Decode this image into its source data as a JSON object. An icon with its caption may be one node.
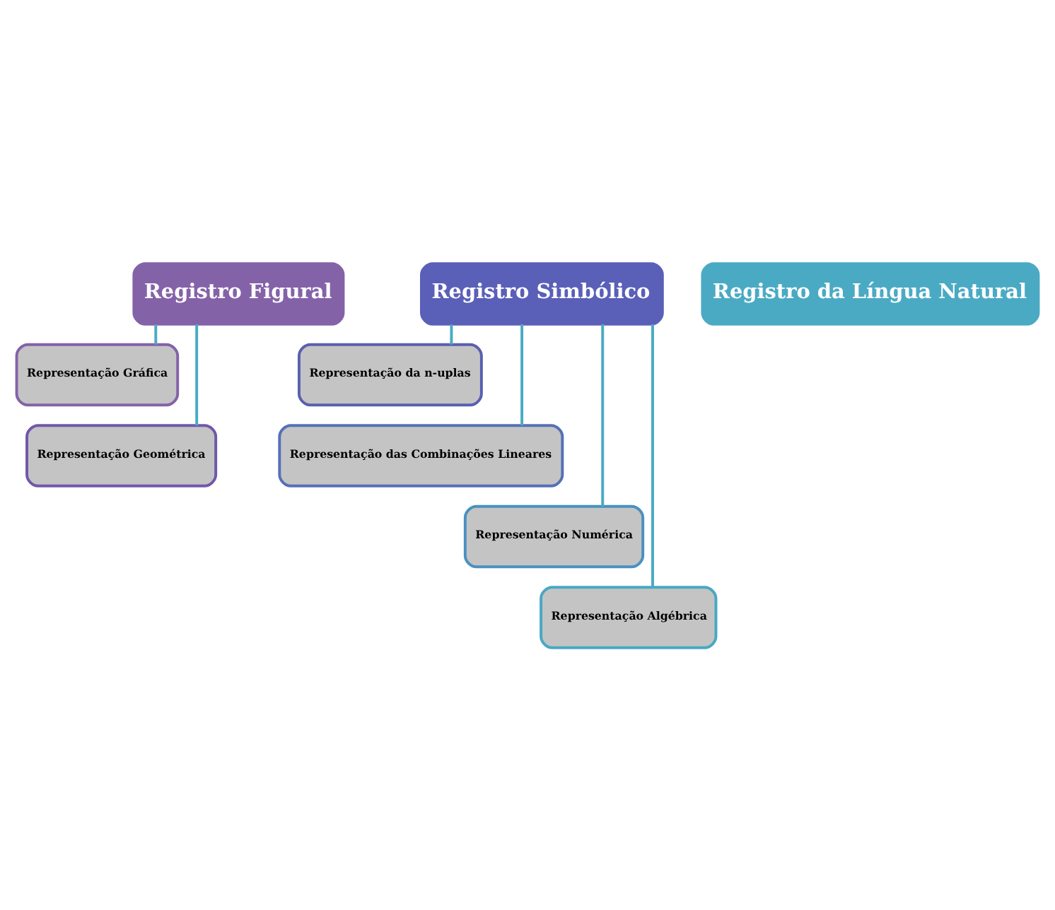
{
  "diagram": {
    "nodes": [
      {
        "text": [
          "Registro Figural"
        ]
      },
      {
        "text": [
          "Representação Gráfica"
        ]
      },
      {
        "text": [
          "Representação Geométrica"
        ]
      },
      {
        "text": [
          "Registro Simbólico"
        ]
      },
      {
        "text": [
          "Representação da n-uplas"
        ]
      },
      {
        "text": [
          "Representação das Combinações Lineares"
        ]
      },
      {
        "text": [
          "Representação Numérica"
        ]
      },
      {
        "text": [
          "Representação Algébrica"
        ]
      },
      {
        "text": [
          "Registro da Língua Natural"
        ]
      }
    ],
    "edges": [
      {
        "from": 0,
        "to": 1,
        "arrow": "none"
      },
      {
        "from": 0,
        "to": 2,
        "arrow": "none"
      },
      {
        "from": 3,
        "to": 4,
        "arrow": "none"
      },
      {
        "from": 3,
        "to": 5,
        "arrow": "none"
      },
      {
        "from": 3,
        "to": 6,
        "arrow": "none"
      },
      {
        "from": 3,
        "to": 7,
        "arrow": "none"
      }
    ]
  }
}
